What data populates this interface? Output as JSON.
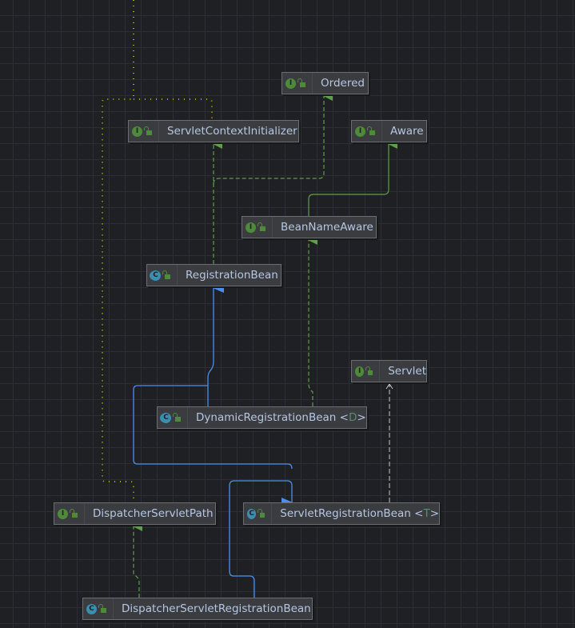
{
  "nodes": {
    "ordered": {
      "label": "Ordered",
      "kind": "interface"
    },
    "servlet_context_initializer": {
      "label": "ServletContextInitializer",
      "kind": "interface"
    },
    "aware": {
      "label": "Aware",
      "kind": "interface"
    },
    "bean_name_aware": {
      "label": "BeanNameAware",
      "kind": "interface"
    },
    "registration_bean": {
      "label": "RegistrationBean",
      "kind": "abstract-class"
    },
    "servlet": {
      "label": "Servlet",
      "kind": "interface"
    },
    "dynamic_registration_bean": {
      "label": "DynamicRegistrationBean",
      "type_param": "D",
      "kind": "abstract-class"
    },
    "dispatcher_servlet_path": {
      "label": "DispatcherServletPath",
      "kind": "interface"
    },
    "servlet_registration_bean": {
      "label": "ServletRegistrationBean",
      "type_param": "T",
      "kind": "class"
    },
    "dispatcher_servlet_registration_bean": {
      "label": "DispatcherServletRegistrationBean",
      "kind": "class"
    }
  },
  "icons": {
    "interface": "I",
    "class": "C"
  },
  "colors": {
    "extends": "#4a8ff0",
    "implements": "#5f9e4a",
    "inner": "#b5b000",
    "dependency": "#c8c8c8"
  }
}
